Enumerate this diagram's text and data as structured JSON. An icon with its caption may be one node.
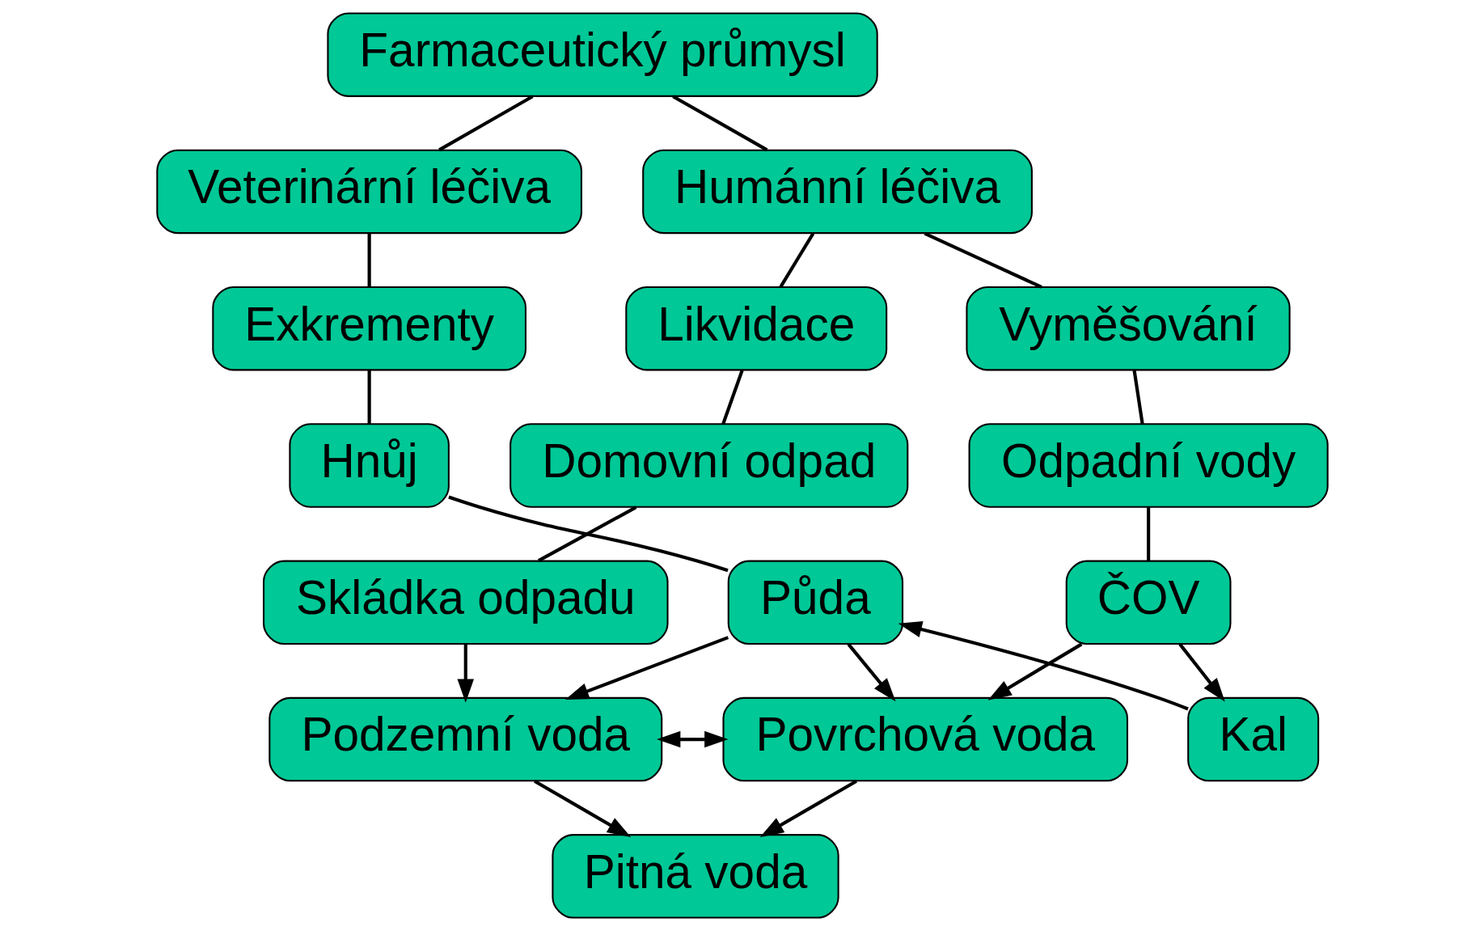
{
  "diagram": {
    "nodes": [
      {
        "text": [
          "Farmaceutický průmysl"
        ]
      },
      {
        "text": [
          "Humánní léčiva"
        ]
      },
      {
        "text": [
          "Veterinární léčiva"
        ]
      },
      {
        "text": [
          "Vyměšování"
        ]
      },
      {
        "text": [
          "Likvidace"
        ]
      },
      {
        "text": [
          "Exkrementy"
        ]
      },
      {
        "text": [
          "Odpadní vody"
        ]
      },
      {
        "text": [
          "Domovní odpad"
        ]
      },
      {
        "text": [
          "Hnůj"
        ]
      },
      {
        "text": [
          "ČOV"
        ]
      },
      {
        "text": [
          "Skládka odpadu"
        ]
      },
      {
        "text": [
          "Půda"
        ]
      },
      {
        "text": [
          "Kal"
        ]
      },
      {
        "text": [
          "Povrchová voda"
        ]
      },
      {
        "text": [
          "Podzemní voda"
        ]
      },
      {
        "text": [
          "Pitná voda"
        ]
      }
    ],
    "edges": [
      {
        "from": 0,
        "to": 1,
        "arrow": "none"
      },
      {
        "from": 0,
        "to": 2,
        "arrow": "none"
      },
      {
        "from": 1,
        "to": 3,
        "arrow": "none"
      },
      {
        "from": 1,
        "to": 4,
        "arrow": "none"
      },
      {
        "from": 2,
        "to": 5,
        "arrow": "none"
      },
      {
        "from": 3,
        "to": 6,
        "arrow": "none"
      },
      {
        "from": 4,
        "to": 7,
        "arrow": "none"
      },
      {
        "from": 5,
        "to": 8,
        "arrow": "none"
      },
      {
        "from": 6,
        "to": 9,
        "arrow": "none"
      },
      {
        "from": 7,
        "to": 10,
        "arrow": "none"
      },
      {
        "from": 8,
        "to": 11,
        "arrow": "none"
      },
      {
        "from": 9,
        "to": 12,
        "arrow": "to"
      },
      {
        "from": 9,
        "to": 13,
        "arrow": "to"
      },
      {
        "from": 10,
        "to": 14,
        "arrow": "to"
      },
      {
        "from": 11,
        "to": 13,
        "arrow": "to"
      },
      {
        "from": 11,
        "to": 14,
        "arrow": "to"
      },
      {
        "from": 13,
        "to": 14,
        "arrow": "both"
      },
      {
        "from": 13,
        "to": 15,
        "arrow": "to"
      },
      {
        "from": 14,
        "to": 15,
        "arrow": "to"
      },
      {
        "from": 12,
        "to": 11,
        "arrow": "to"
      }
    ]
  }
}
